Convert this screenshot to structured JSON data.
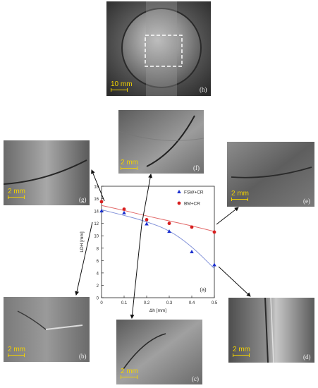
{
  "panels": {
    "h": {
      "label": "(h)",
      "scale": "10 mm"
    },
    "f": {
      "label": "(f)",
      "scale": "2 mm"
    },
    "g": {
      "label": "(g)",
      "scale": "2 mm"
    },
    "e": {
      "label": "(e)",
      "scale": "2 mm"
    },
    "b": {
      "label": "(b)",
      "scale": "2 mm"
    },
    "c": {
      "label": "(c)",
      "scale": "2 mm"
    },
    "d": {
      "label": "(d)",
      "scale": "2 mm"
    }
  },
  "chart_data": {
    "type": "scatter",
    "panel_label": "(a)",
    "xlabel": "Δh [mm]",
    "ylabel": "LDH [mm]",
    "xlim": [
      0,
      0.5
    ],
    "ylim": [
      0,
      18
    ],
    "xticks": [
      "0",
      "0.1",
      "0.2",
      "0.3",
      "0.4",
      "0.5"
    ],
    "yticks": [
      "0",
      "2",
      "4",
      "6",
      "8",
      "10",
      "12",
      "14",
      "16",
      "18"
    ],
    "grid": false,
    "legend_position": "top-right",
    "series": [
      {
        "name": "FSW+CR",
        "marker": "triangle",
        "color": "#1a2fcf",
        "fit_color": "#7f8fd8",
        "x": [
          0,
          0.1,
          0.2,
          0.3,
          0.4,
          0.5
        ],
        "y": [
          14.0,
          13.7,
          11.9,
          10.7,
          7.4,
          5.3
        ],
        "fit": [
          14.2,
          13.3,
          12.3,
          10.9,
          8.3,
          4.7
        ]
      },
      {
        "name": "BM+CR",
        "marker": "circle",
        "color": "#d81e1e",
        "fit_color": "#e26a6a",
        "x": [
          0,
          0.1,
          0.2,
          0.3,
          0.4,
          0.5
        ],
        "y": [
          15.5,
          14.3,
          12.6,
          12.0,
          11.4,
          10.6
        ],
        "fit": [
          14.9,
          14.1,
          13.2,
          12.4,
          11.6,
          10.7
        ]
      }
    ]
  }
}
